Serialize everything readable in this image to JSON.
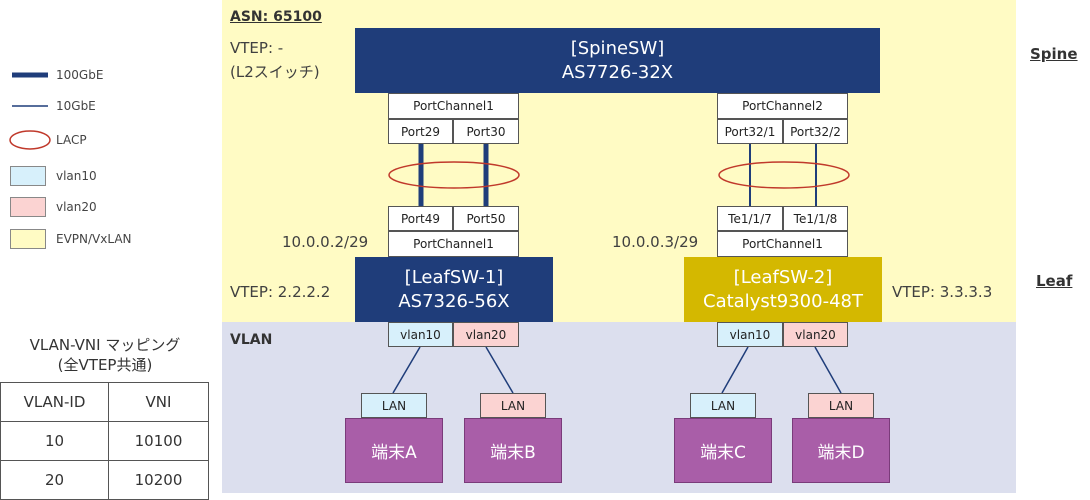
{
  "zones": {
    "asn_label": "ASN: 65100",
    "vlan_label": "VLAN"
  },
  "tiers": {
    "spine": "Spine",
    "leaf": "Leaf"
  },
  "spine": {
    "vtep_line1": "VTEP:  -",
    "vtep_line2": "(L2スイッチ)",
    "name": "[SpineSW]",
    "model": "AS7726-32X",
    "pc1": "PortChannel1",
    "pc1_ports": [
      "Port29",
      "Port30"
    ],
    "pc2": "PortChannel2",
    "pc2_ports": [
      "Port32/1",
      "Port32/2"
    ]
  },
  "leaf1": {
    "ip": "10.0.0.2/29",
    "ports": [
      "Port49",
      "Port50"
    ],
    "pc": "PortChannel1",
    "name": "[LeafSW-1]",
    "model": "AS7326-56X",
    "vtep": "VTEP: 2.2.2.2",
    "vlans": [
      "vlan10",
      "vlan20"
    ]
  },
  "leaf2": {
    "ip": "10.0.0.3/29",
    "ports": [
      "Te1/1/7",
      "Te1/1/8"
    ],
    "pc": "PortChannel1",
    "name": "[LeafSW-2]",
    "model": "Catalyst9300-48T",
    "vtep": "VTEP: 3.3.3.3",
    "vlans": [
      "vlan10",
      "vlan20"
    ]
  },
  "terminals": [
    {
      "lan": "LAN",
      "name": "端末A",
      "vlan": "vlan10"
    },
    {
      "lan": "LAN",
      "name": "端末B",
      "vlan": "vlan20"
    },
    {
      "lan": "LAN",
      "name": "端末C",
      "vlan": "vlan10"
    },
    {
      "lan": "LAN",
      "name": "端末D",
      "vlan": "vlan20"
    }
  ],
  "legend": {
    "items": [
      "100GbE",
      "10GbE",
      "LACP",
      "vlan10",
      "vlan20",
      "EVPN/VxLAN"
    ],
    "colors": {
      "link": "#1f3d7a",
      "lacp": "#c0392b",
      "vlan10": "#d7f0fb",
      "vlan20": "#fbd3d2",
      "evpn": "#fffbc4"
    }
  },
  "mapping": {
    "title_line1": "VLAN-VNI マッピング",
    "title_line2": "(全VTEP共通)",
    "headers": [
      "VLAN-ID",
      "VNI"
    ],
    "rows": [
      [
        "10",
        "10100"
      ],
      [
        "20",
        "10200"
      ]
    ]
  }
}
